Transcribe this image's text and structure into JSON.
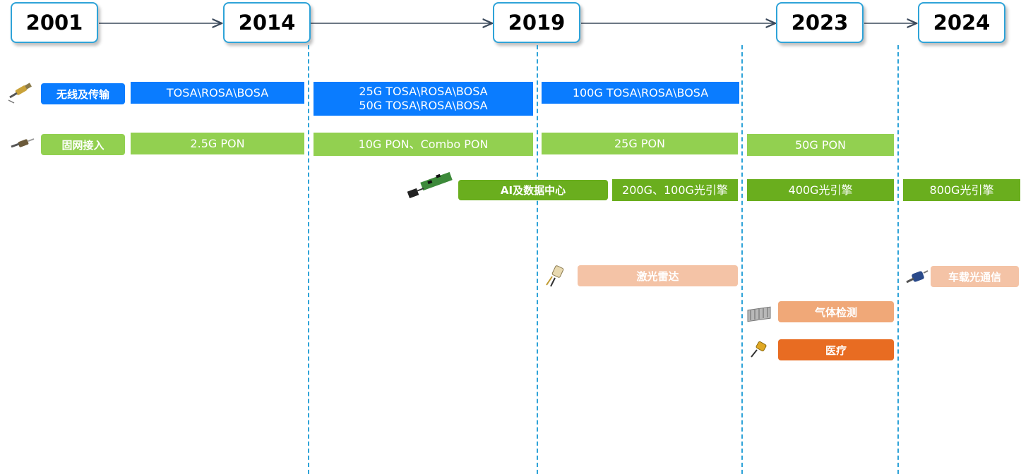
{
  "years": [
    "2001",
    "2014",
    "2019",
    "2023",
    "2024"
  ],
  "categories": {
    "wireless": "无线及传输",
    "fixed": "固网接入",
    "ai": "AI及数据中心",
    "lidar": "激光雷达",
    "vehicle": "车载光通信",
    "gas": "气体检测",
    "medical": "医疗"
  },
  "wireless_bars": {
    "b1": "TOSA\\ROSA\\BOSA",
    "b2_line1": "25G TOSA\\ROSA\\BOSA",
    "b2_line2": "50G TOSA\\ROSA\\BOSA",
    "b3": "100G TOSA\\ROSA\\BOSA"
  },
  "fixed_bars": {
    "b1": "2.5G PON",
    "b2": "10G PON、Combo PON",
    "b3": "25G PON",
    "b4": "50G PON"
  },
  "ai_bars": {
    "b1": "200G、100G光引擎",
    "b2": "400G光引擎",
    "b3": "800G光引擎"
  },
  "colors": {
    "timeline_border": "#2ea3d8",
    "wireless": "#0a7cff",
    "fixed": "#92d050",
    "ai": "#6aae1e",
    "lidar": "#f4c3a6",
    "gas": "#f0a878",
    "medical": "#e86c22"
  },
  "icons": {
    "wireless": "optical-component-icon",
    "fixed": "optical-component-icon",
    "ai": "pcb-module-icon",
    "lidar": "laser-diode-icon",
    "vehicle": "connector-icon",
    "gas": "heatsink-module-icon",
    "medical": "laser-module-icon"
  }
}
